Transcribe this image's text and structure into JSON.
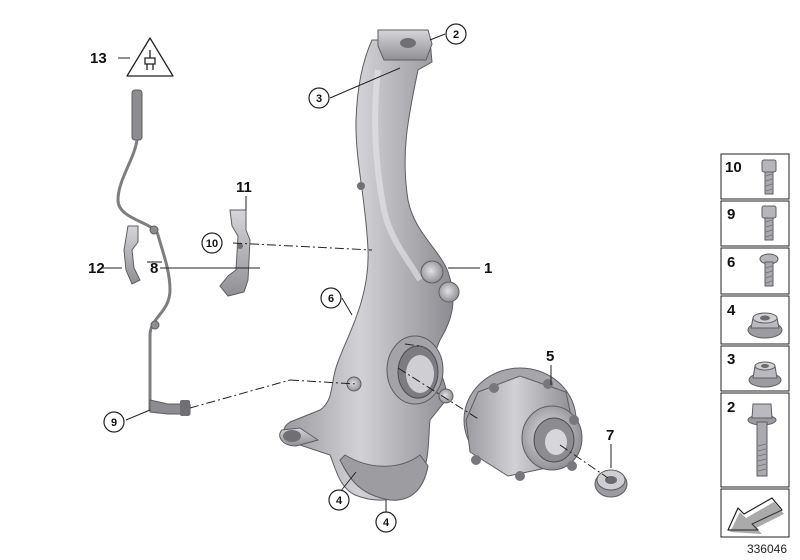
{
  "callouts": {
    "c1": "1",
    "c2": "2",
    "c3": "3",
    "c4a": "4",
    "c4b": "4",
    "c5": "5",
    "c6": "6",
    "c7": "7",
    "c8": "8",
    "c9": "9",
    "c10": "10",
    "c11": "11",
    "c12": "12",
    "c13": "13"
  },
  "legend": {
    "items": [
      "10",
      "9",
      "6",
      "4",
      "3",
      "2"
    ]
  },
  "diagram_number": "336046",
  "colors": {
    "part_fill": "#b9b9bd",
    "part_dark": "#8e8e93",
    "part_light": "#dcdcdf",
    "line": "#222222"
  }
}
